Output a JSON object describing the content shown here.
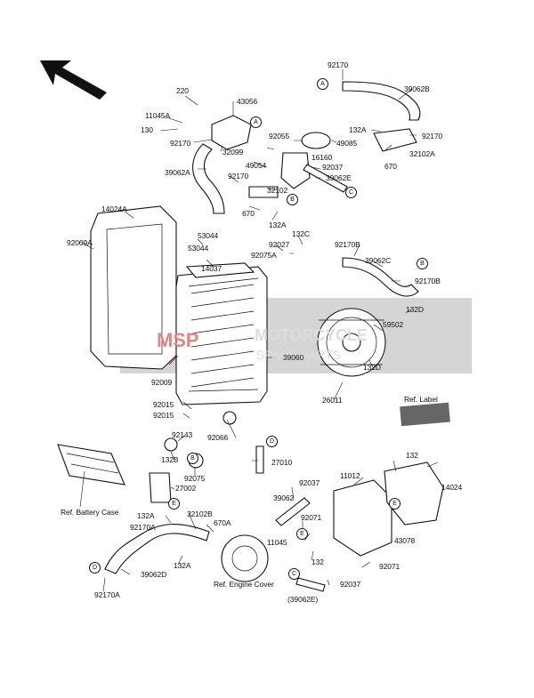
{
  "watermark": {
    "line1": "MOTORCYCLE",
    "line2": "SPARE PARTS",
    "logo": "MSP"
  },
  "labels": [
    "92170",
    "39062B",
    "220",
    "43056",
    "11045A",
    "130",
    "92170",
    "32099",
    "92055",
    "49085",
    "132A",
    "92170",
    "49054",
    "16160",
    "670",
    "32102A",
    "39062A",
    "92037",
    "92170",
    "39062E",
    "32102",
    "670",
    "132A",
    "14024A",
    "53044",
    "132C",
    "92027",
    "92170B",
    "92009A",
    "53044",
    "92075A",
    "39062C",
    "14037",
    "92170B",
    "132D",
    "59502",
    "39060",
    "132D",
    "92009",
    "26011",
    "Ref. Label",
    "92015",
    "92015",
    "92143",
    "92066",
    "132B",
    "27010",
    "92075",
    "27002",
    "132",
    "11012",
    "14024",
    "92037",
    "Ref. Battery Case",
    "132A",
    "32102B",
    "39062",
    "92170A",
    "670A",
    "92071",
    "11045",
    "43078",
    "132A",
    "132",
    "92071",
    "39062D",
    "Ref. Engine Cover",
    "92037",
    "92170A",
    "(39062E)"
  ],
  "callouts": [
    "A",
    "A",
    "B",
    "B",
    "B",
    "C",
    "C",
    "D",
    "D",
    "E",
    "E",
    "E"
  ]
}
